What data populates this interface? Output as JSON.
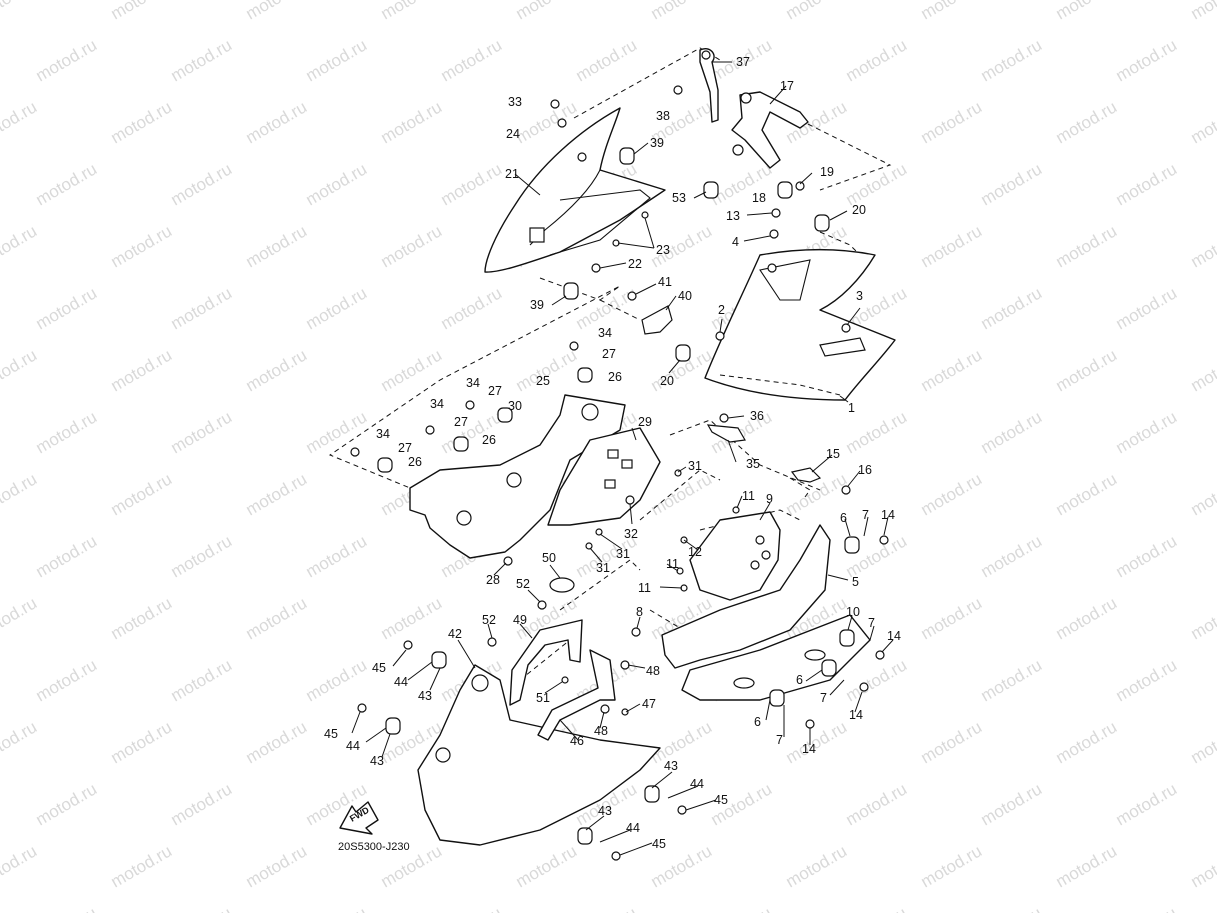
{
  "watermark_text": "motod.ru",
  "diagram_code": "20S5300-J230",
  "fwd_label": "FWD",
  "callouts": [
    {
      "id": "c37",
      "text": "37"
    },
    {
      "id": "c17",
      "text": "17"
    },
    {
      "id": "c33",
      "text": "33"
    },
    {
      "id": "c38",
      "text": "38"
    },
    {
      "id": "c24",
      "text": "24"
    },
    {
      "id": "c39a",
      "text": "39"
    },
    {
      "id": "c21",
      "text": "21"
    },
    {
      "id": "c19",
      "text": "19"
    },
    {
      "id": "c53",
      "text": "53"
    },
    {
      "id": "c18",
      "text": "18"
    },
    {
      "id": "c13",
      "text": "13"
    },
    {
      "id": "c20a",
      "text": "20"
    },
    {
      "id": "c4",
      "text": "4"
    },
    {
      "id": "c23",
      "text": "23"
    },
    {
      "id": "c22",
      "text": "22"
    },
    {
      "id": "c41",
      "text": "41"
    },
    {
      "id": "c40",
      "text": "40"
    },
    {
      "id": "c39b",
      "text": "39"
    },
    {
      "id": "c3",
      "text": "3"
    },
    {
      "id": "c2",
      "text": "2"
    },
    {
      "id": "c34a",
      "text": "34"
    },
    {
      "id": "c27a",
      "text": "27"
    },
    {
      "id": "c26a",
      "text": "26"
    },
    {
      "id": "c20b",
      "text": "20"
    },
    {
      "id": "c25",
      "text": "25"
    },
    {
      "id": "c34b",
      "text": "34"
    },
    {
      "id": "c27b",
      "text": "27"
    },
    {
      "id": "c30",
      "text": "30"
    },
    {
      "id": "c34c",
      "text": "34"
    },
    {
      "id": "c27c",
      "text": "27"
    },
    {
      "id": "c26b",
      "text": "26"
    },
    {
      "id": "c1",
      "text": "1"
    },
    {
      "id": "c36",
      "text": "36"
    },
    {
      "id": "c29",
      "text": "29"
    },
    {
      "id": "c34d",
      "text": "34"
    },
    {
      "id": "c27d",
      "text": "27"
    },
    {
      "id": "c26c",
      "text": "26"
    },
    {
      "id": "c35",
      "text": "35"
    },
    {
      "id": "c15",
      "text": "15"
    },
    {
      "id": "c16",
      "text": "16"
    },
    {
      "id": "c31a",
      "text": "31"
    },
    {
      "id": "c11a",
      "text": "11"
    },
    {
      "id": "c9",
      "text": "9"
    },
    {
      "id": "c6a",
      "text": "6"
    },
    {
      "id": "c7a",
      "text": "7"
    },
    {
      "id": "c14a",
      "text": "14"
    },
    {
      "id": "c32",
      "text": "32"
    },
    {
      "id": "c31b",
      "text": "31"
    },
    {
      "id": "c12",
      "text": "12"
    },
    {
      "id": "c31c",
      "text": "31"
    },
    {
      "id": "c11b",
      "text": "11"
    },
    {
      "id": "c50",
      "text": "50"
    },
    {
      "id": "c28",
      "text": "28"
    },
    {
      "id": "c5",
      "text": "5"
    },
    {
      "id": "c11c",
      "text": "11"
    },
    {
      "id": "c52a",
      "text": "52"
    },
    {
      "id": "c8",
      "text": "8"
    },
    {
      "id": "c10",
      "text": "10"
    },
    {
      "id": "c7b",
      "text": "7"
    },
    {
      "id": "c14b",
      "text": "14"
    },
    {
      "id": "c52b",
      "text": "52"
    },
    {
      "id": "c49",
      "text": "49"
    },
    {
      "id": "c42",
      "text": "42"
    },
    {
      "id": "c48a",
      "text": "48"
    },
    {
      "id": "c45a",
      "text": "45"
    },
    {
      "id": "c44a",
      "text": "44"
    },
    {
      "id": "c43a",
      "text": "43"
    },
    {
      "id": "c51",
      "text": "51"
    },
    {
      "id": "c6b",
      "text": "6"
    },
    {
      "id": "c7c",
      "text": "7"
    },
    {
      "id": "c14c",
      "text": "14"
    },
    {
      "id": "c47",
      "text": "47"
    },
    {
      "id": "c48b",
      "text": "48"
    },
    {
      "id": "c6c",
      "text": "6"
    },
    {
      "id": "c45b",
      "text": "45"
    },
    {
      "id": "c44b",
      "text": "44"
    },
    {
      "id": "c43b",
      "text": "43"
    },
    {
      "id": "c46",
      "text": "46"
    },
    {
      "id": "c7d",
      "text": "7"
    },
    {
      "id": "c14d",
      "text": "14"
    },
    {
      "id": "c43c",
      "text": "43"
    },
    {
      "id": "c44c",
      "text": "44"
    },
    {
      "id": "c45c",
      "text": "45"
    },
    {
      "id": "c43d",
      "text": "43"
    },
    {
      "id": "c44d",
      "text": "44"
    },
    {
      "id": "c45d",
      "text": "45"
    }
  ]
}
